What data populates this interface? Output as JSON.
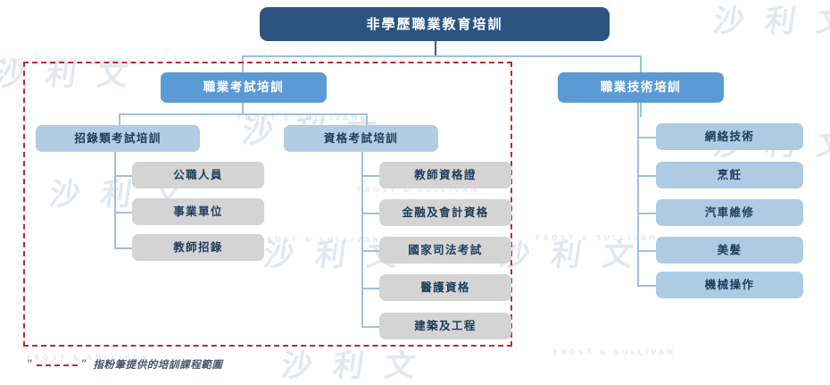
{
  "chart_data": {
    "type": "tree-diagram",
    "title": "非學歷職業教育培訓",
    "levels": 4,
    "nodes": [
      {
        "id": "root",
        "label": "非學歷職業教育培訓",
        "level": 1,
        "parent": null,
        "color": "#2c5480"
      },
      {
        "id": "l2a",
        "label": "職業考試培訓",
        "level": 2,
        "parent": "root",
        "color": "#5b9bd5"
      },
      {
        "id": "l2b",
        "label": "職業技術培訓",
        "level": 2,
        "parent": "root",
        "color": "#5b9bd5"
      },
      {
        "id": "l3a",
        "label": "招錄類考試培訓",
        "level": 3,
        "parent": "l2a",
        "color": "#b2cde3"
      },
      {
        "id": "l3b",
        "label": "資格考試培訓",
        "level": 3,
        "parent": "l2a",
        "color": "#b2cde3"
      },
      {
        "id": "l4a1",
        "label": "公職人員",
        "level": 4,
        "parent": "l3a",
        "color": "#d4d4d4"
      },
      {
        "id": "l4a2",
        "label": "事業單位",
        "level": 4,
        "parent": "l3a",
        "color": "#d4d4d4"
      },
      {
        "id": "l4a3",
        "label": "教師招錄",
        "level": 4,
        "parent": "l3a",
        "color": "#d4d4d4"
      },
      {
        "id": "l4b1",
        "label": "教師資格證",
        "level": 4,
        "parent": "l3b",
        "color": "#d4d4d4"
      },
      {
        "id": "l4b2",
        "label": "金融及會計資格",
        "level": 4,
        "parent": "l3b",
        "color": "#d4d4d4"
      },
      {
        "id": "l4b3",
        "label": "國家司法考試",
        "level": 4,
        "parent": "l3b",
        "color": "#d4d4d4"
      },
      {
        "id": "l4b4",
        "label": "醫護資格",
        "level": 4,
        "parent": "l3b",
        "color": "#d4d4d4"
      },
      {
        "id": "l4b5",
        "label": "建築及工程",
        "level": 4,
        "parent": "l3b",
        "color": "#d4d4d4"
      },
      {
        "id": "l3c1",
        "label": "網絡技術",
        "level": 3,
        "parent": "l2b",
        "color": "#aecbe4"
      },
      {
        "id": "l3c2",
        "label": "烹飪",
        "level": 3,
        "parent": "l2b",
        "color": "#aecbe4"
      },
      {
        "id": "l3c3",
        "label": "汽車維修",
        "level": 3,
        "parent": "l2b",
        "color": "#aecbe4"
      },
      {
        "id": "l3c4",
        "label": "美髮",
        "level": 3,
        "parent": "l2b",
        "color": "#aecbe4"
      },
      {
        "id": "l3c5",
        "label": "機械操作",
        "level": 3,
        "parent": "l2b",
        "color": "#aecbe4"
      }
    ],
    "annotations": [
      {
        "type": "dashed-region",
        "color": "#c0282d",
        "covers": [
          "l2a",
          "l3a",
          "l3b",
          "l4a1",
          "l4a2",
          "l4a3",
          "l4b1",
          "l4b2",
          "l4b3",
          "l4b4",
          "l4b5"
        ]
      }
    ]
  },
  "root": {
    "label": "非學歷職業教育培訓"
  },
  "branches": {
    "exam": {
      "label": "職業考試培訓",
      "recruit": {
        "label": "招錄類考試培訓",
        "items": [
          {
            "label": "公職人員"
          },
          {
            "label": "事業單位"
          },
          {
            "label": "教師招錄"
          }
        ]
      },
      "qualification": {
        "label": "資格考試培訓",
        "items": [
          {
            "label": "教師資格證"
          },
          {
            "label": "金融及會計資格"
          },
          {
            "label": "國家司法考試"
          },
          {
            "label": "醫護資格"
          },
          {
            "label": "建築及工程"
          }
        ]
      }
    },
    "skill": {
      "label": "職業技術培訓",
      "items": [
        {
          "label": "網絡技術"
        },
        {
          "label": "烹飪"
        },
        {
          "label": "汽車維修"
        },
        {
          "label": "美髮"
        },
        {
          "label": "機械操作"
        }
      ]
    }
  },
  "footnote": {
    "open_quote": "“",
    "close_quote": "”",
    "text": "指粉筆提供的培訓課程範圍"
  },
  "watermarks": {
    "cjk": "沙 利 文",
    "latin": "FROST & SULLIVAN"
  },
  "colors": {
    "root": "#2c5480",
    "level2": "#5b9bd5",
    "level3": "#b2cde3",
    "leaf_gray": "#d4d4d4",
    "leaf_blue": "#aecbe4",
    "scope_border": "#c0282d",
    "connector": "#9fc0dd",
    "text_dark": "#1f3d5c",
    "background": "#ffffff"
  }
}
